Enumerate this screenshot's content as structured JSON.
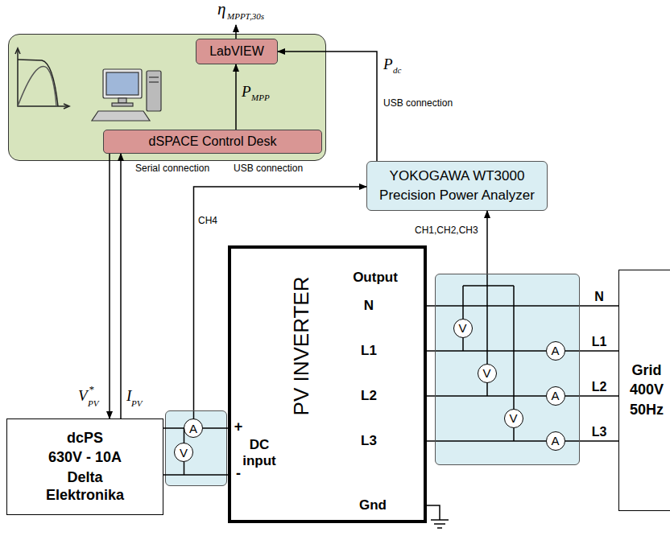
{
  "diagram": {
    "nodes": [
      {
        "text": []
      },
      {
        "text": [
          "LabVIEW"
        ],
        "in": 0
      },
      {
        "text": [
          "dSPACE Control Desk"
        ],
        "in": 0
      },
      {
        "text": [
          "YOKOGAWA WT3000",
          "Precision Power Analyzer"
        ]
      },
      {
        "text": [
          "dcPS",
          "630V - 10A",
          "Delta Elektronika"
        ]
      },
      {
        "text": []
      },
      {
        "text": [
          "A"
        ],
        "in": 5
      },
      {
        "text": [
          "V"
        ],
        "in": 5
      },
      {
        "text": [
          "PV INVERTER",
          "DC input",
          "+",
          "-",
          "Output",
          "N",
          "L1",
          "L2",
          "L3",
          "Gnd"
        ]
      },
      {
        "text": []
      },
      {
        "text": [
          "V"
        ],
        "in": 9
      },
      {
        "text": [
          "V"
        ],
        "in": 9
      },
      {
        "text": [
          "V"
        ],
        "in": 9
      },
      {
        "text": [
          "A"
        ],
        "in": 9
      },
      {
        "text": [
          "A"
        ],
        "in": 9
      },
      {
        "text": [
          "A"
        ],
        "in": 9
      },
      {
        "text": [
          "Grid",
          "400V",
          "50Hz"
        ]
      }
    ],
    "edges": [
      {
        "from": 2,
        "to": 1,
        "arrow": "to"
      },
      {
        "from": 3,
        "to": 1,
        "arrow": "to"
      },
      {
        "from": 2,
        "to": 4,
        "arrow": "to"
      },
      {
        "from": 4,
        "to": 2,
        "arrow": "to"
      },
      {
        "from": 5,
        "to": 3,
        "arrow": "to"
      },
      {
        "from": 9,
        "to": 3,
        "arrow": "to"
      },
      {
        "from": 4,
        "to": 5,
        "arrow": "none"
      },
      {
        "from": 4,
        "to": 5,
        "arrow": "none"
      },
      {
        "from": 5,
        "to": 8,
        "arrow": "none"
      },
      {
        "from": 5,
        "to": 8,
        "arrow": "none"
      },
      {
        "from": 8,
        "to": 9,
        "arrow": "none"
      },
      {
        "from": 8,
        "to": 9,
        "arrow": "none"
      },
      {
        "from": 8,
        "to": 9,
        "arrow": "none"
      },
      {
        "from": 8,
        "to": 9,
        "arrow": "none"
      },
      {
        "from": 9,
        "to": 16,
        "arrow": "none",
        "label": "N"
      },
      {
        "from": 9,
        "to": 16,
        "arrow": "none",
        "label": "L1"
      },
      {
        "from": 9,
        "to": 16,
        "arrow": "none",
        "label": "L2"
      },
      {
        "from": 9,
        "to": 16,
        "arrow": "none",
        "label": "L3"
      }
    ],
    "labels": [
      "η",
      "MPPT,30s",
      "P",
      "dc",
      "USB connection",
      "P",
      "MPP",
      "Serial connection",
      "USB connection",
      "CH4",
      "CH1,CH2,CH3",
      "V",
      "*",
      "PV",
      "I",
      "PV"
    ]
  }
}
